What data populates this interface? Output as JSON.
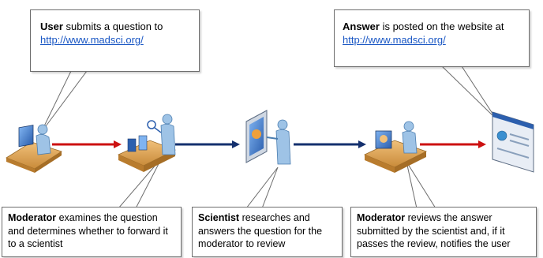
{
  "top_callouts": {
    "user": {
      "bold": "User",
      "text": " submits a question to",
      "link": "http://www.madsci.org/"
    },
    "answer": {
      "bold": "Answer",
      "text": " is posted on the website at",
      "link": "http://www.madsci.org/"
    }
  },
  "bottom_callouts": {
    "moderator_examine": {
      "bold": "Moderator",
      "text": " examines the question and determines whether to forward it to a scientist"
    },
    "scientist": {
      "bold": "Scientist",
      "text": " researches and answers the question for the moderator to review"
    },
    "moderator_review": {
      "bold": "Moderator",
      "text": " reviews the answer submitted by the scientist and, if it passes the review, notifies the user"
    }
  },
  "colors": {
    "red_arrow": "#cc1111",
    "navy_arrow": "#14306e",
    "desk": "#d9a25a",
    "person": "#9ec3e6",
    "screen": "#2c6bbf"
  },
  "icons": [
    "user-workstation-icon",
    "moderator-inspect-icon",
    "scientist-presentation-icon",
    "moderator-review-icon",
    "website-window-icon"
  ]
}
